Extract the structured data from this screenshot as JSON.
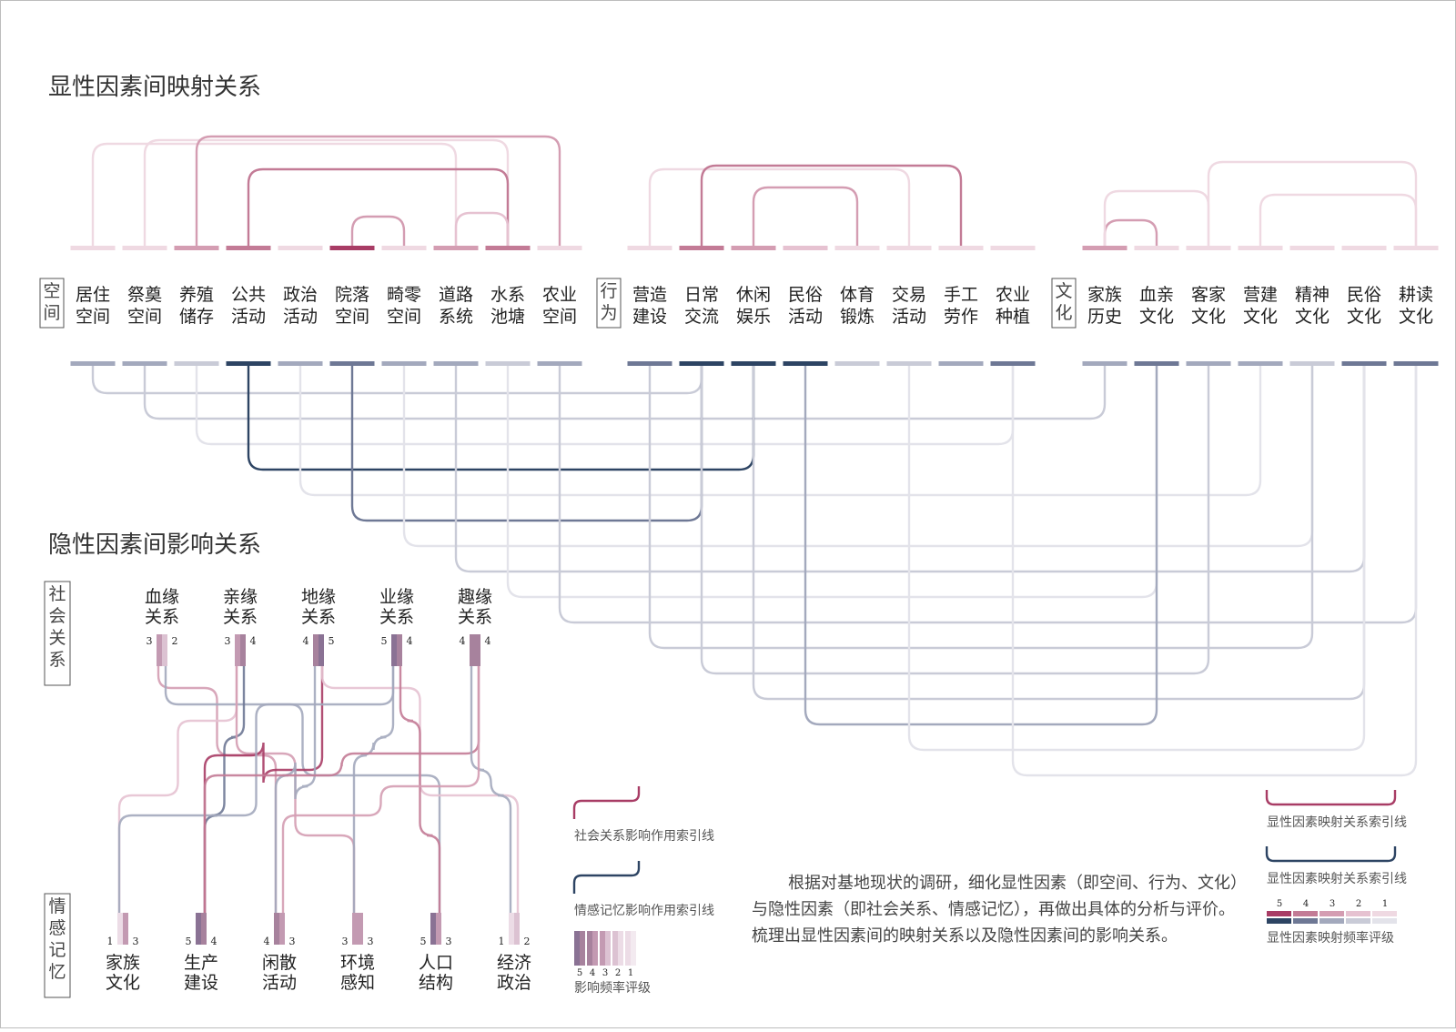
{
  "titles": {
    "explicit": "显性因素间映射关系",
    "implicit": "隐性因素间影响关系"
  },
  "colors": {
    "pink": [
      "#efd9e2",
      "#e6c2d1",
      "#d49db2",
      "#c37b96",
      "#a83c65"
    ],
    "navy": [
      "#e3e3ea",
      "#c9cbd7",
      "#a3a9bd",
      "#6e7895",
      "#2d4463"
    ],
    "implicitBar": [
      "#ecdce6",
      "#dcc2d2",
      "#c39ab2",
      "#a7829d",
      "#8a7294"
    ]
  },
  "explicit": {
    "groups": [
      {
        "label": "空间",
        "items": [
          {
            "label": "居住空间",
            "pink": 1,
            "navy": 3
          },
          {
            "label": "祭奠空间",
            "pink": 1,
            "navy": 3
          },
          {
            "label": "养殖储存",
            "pink": 3,
            "navy": 2
          },
          {
            "label": "公共活动",
            "pink": 4,
            "navy": 5
          },
          {
            "label": "政治活动",
            "pink": 1,
            "navy": 3
          },
          {
            "label": "院落空间",
            "pink": 5,
            "navy": 4
          },
          {
            "label": "畸零空间",
            "pink": 1,
            "navy": 3
          },
          {
            "label": "道路系统",
            "pink": 3,
            "navy": 3
          },
          {
            "label": "水系池塘",
            "pink": 4,
            "navy": 2
          },
          {
            "label": "农业空间",
            "pink": 1,
            "navy": 3
          }
        ]
      },
      {
        "label": "行为",
        "items": [
          {
            "label": "营造建设",
            "pink": 1,
            "navy": 4
          },
          {
            "label": "日常交流",
            "pink": 4,
            "navy": 5
          },
          {
            "label": "休闲娱乐",
            "pink": 3,
            "navy": 5
          },
          {
            "label": "民俗活动",
            "pink": 2,
            "navy": 5
          },
          {
            "label": "体育锻炼",
            "pink": 1,
            "navy": 2
          },
          {
            "label": "交易活动",
            "pink": 1,
            "navy": 2
          },
          {
            "label": "手工劳作",
            "pink": 1,
            "navy": 3
          },
          {
            "label": "农业种植",
            "pink": 1,
            "navy": 4
          }
        ]
      },
      {
        "label": "文化",
        "items": [
          {
            "label": "家族历史",
            "pink": 3,
            "navy": 3
          },
          {
            "label": "血亲文化",
            "pink": 1,
            "navy": 4
          },
          {
            "label": "客家文化",
            "pink": 1,
            "navy": 3
          },
          {
            "label": "营建文化",
            "pink": 1,
            "navy": 3
          },
          {
            "label": "精神文化",
            "pink": 1,
            "navy": 2
          },
          {
            "label": "民俗文化",
            "pink": 1,
            "navy": 4
          },
          {
            "label": "耕读文化",
            "pink": 1,
            "navy": 4
          }
        ]
      }
    ],
    "pinkLinks": [
      {
        "from": 0,
        "to": 7,
        "w": 1
      },
      {
        "from": 1,
        "to": 8,
        "w": 1
      },
      {
        "from": 2,
        "to": 9,
        "w": 3
      },
      {
        "from": 3,
        "to": 8,
        "w": 4
      },
      {
        "from": 5,
        "to": 6,
        "w": 3
      },
      {
        "from": 7,
        "to": 8,
        "w": 2
      },
      {
        "from": 10,
        "to": 15,
        "w": 1
      },
      {
        "from": 11,
        "to": 16,
        "w": 4
      },
      {
        "from": 12,
        "to": 14,
        "w": 3
      },
      {
        "from": 18,
        "to": 19,
        "w": 3
      },
      {
        "from": 18,
        "to": 20,
        "w": 1
      },
      {
        "from": 20,
        "to": 24,
        "w": 1
      },
      {
        "from": 21,
        "to": 24,
        "w": 1
      }
    ],
    "navyLinks": [
      {
        "from": 0,
        "to": 11,
        "w": 2
      },
      {
        "from": 1,
        "to": 18,
        "w": 2
      },
      {
        "from": 2,
        "to": 17,
        "w": 1
      },
      {
        "from": 3,
        "to": 12,
        "w": 5
      },
      {
        "from": 4,
        "to": 21,
        "w": 1
      },
      {
        "from": 5,
        "to": 11,
        "w": 4
      },
      {
        "from": 6,
        "to": 22,
        "w": 1
      },
      {
        "from": 7,
        "to": 23,
        "w": 2
      },
      {
        "from": 8,
        "to": 19,
        "w": 1
      },
      {
        "from": 9,
        "to": 24,
        "w": 2
      },
      {
        "from": 10,
        "to": 22,
        "w": 2
      },
      {
        "from": 11,
        "to": 20,
        "w": 2
      },
      {
        "from": 12,
        "to": 23,
        "w": 2
      },
      {
        "from": 13,
        "to": 19,
        "w": 3
      },
      {
        "from": 15,
        "to": 23,
        "w": 1
      },
      {
        "from": 17,
        "to": 24,
        "w": 1
      }
    ]
  },
  "implicit": {
    "socialLabel": "社会关系",
    "emotionLabel": "情感记忆",
    "social": [
      {
        "label": "血缘关系",
        "a": "3",
        "b": "2",
        "av": 3,
        "bv": 2
      },
      {
        "label": "亲缘关系",
        "a": "3",
        "b": "4",
        "av": 3,
        "bv": 4
      },
      {
        "label": "地缘关系",
        "a": "4",
        "b": "5",
        "av": 4,
        "bv": 5
      },
      {
        "label": "业缘关系",
        "a": "5",
        "b": "4",
        "av": 5,
        "bv": 4
      },
      {
        "label": "趣缘关系",
        "a": "4",
        "b": "4",
        "av": 4,
        "bv": 4
      }
    ],
    "emotion": [
      {
        "label": "家族文化",
        "a": "1",
        "b": "3",
        "av": 1,
        "bv": 3
      },
      {
        "label": "生产建设",
        "a": "5",
        "b": "4",
        "av": 5,
        "bv": 4
      },
      {
        "label": "闲散活动",
        "a": "4",
        "b": "3",
        "av": 4,
        "bv": 3
      },
      {
        "label": "环境感知",
        "a": "3",
        "b": "3",
        "av": 3,
        "bv": 3
      },
      {
        "label": "人口结构",
        "a": "5",
        "b": "3",
        "av": 5,
        "bv": 3
      },
      {
        "label": "经济政治",
        "a": "1",
        "b": "2",
        "av": 1,
        "bv": 2
      }
    ],
    "links": [
      {
        "from": 0,
        "to": 2,
        "c": "pink",
        "w": 2
      },
      {
        "from": 0,
        "to": 4,
        "c": "navy",
        "w": 2
      },
      {
        "from": 1,
        "to": 0,
        "c": "pink",
        "w": 1
      },
      {
        "from": 1,
        "to": 1,
        "c": "navy",
        "w": 3
      },
      {
        "from": 1,
        "to": 3,
        "c": "pink",
        "w": 2
      },
      {
        "from": 2,
        "to": 1,
        "c": "pink",
        "w": 4
      },
      {
        "from": 2,
        "to": 2,
        "c": "navy",
        "w": 2
      },
      {
        "from": 2,
        "to": 5,
        "c": "pink",
        "w": 1
      },
      {
        "from": 3,
        "to": 0,
        "c": "navy",
        "w": 2
      },
      {
        "from": 3,
        "to": 4,
        "c": "pink",
        "w": 3
      },
      {
        "from": 3,
        "to": 3,
        "c": "navy",
        "w": 2
      },
      {
        "from": 4,
        "to": 1,
        "c": "pink",
        "w": 3
      },
      {
        "from": 4,
        "to": 5,
        "c": "navy",
        "w": 2
      },
      {
        "from": 4,
        "to": 2,
        "c": "pink",
        "w": 2
      }
    ]
  },
  "legends": {
    "socialIndex": "社会关系影响作用索引线",
    "emotionIndex": "情感记忆影响作用索引线",
    "influenceRating": "影响频率评级",
    "ratingNumbers": [
      "5",
      "4",
      "3",
      "2",
      "1"
    ],
    "explicitPinkIndex": "显性因素映射关系索引线",
    "explicitNavyIndex": "显性因素映射关系索引线",
    "mappingRating": "显性因素映射频率评级"
  },
  "description": {
    "line1": "根据对基地现状的调研，细化显性因素（即空间、行为、文化）",
    "line2": "与隐性因素（即社会关系、情感记忆），再做出具体的分析与评价。",
    "line3": "梳理出显性因素间的映射关系以及隐性因素间的影响关系。"
  }
}
